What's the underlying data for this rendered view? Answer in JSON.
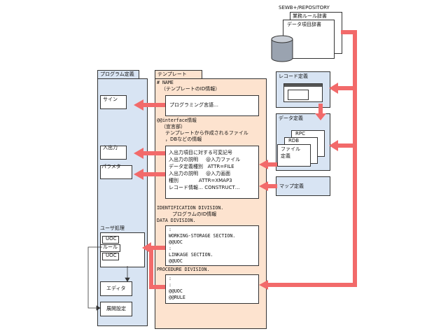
{
  "repository": {
    "title": "SEWB+/REPOSITORY",
    "rules_dict": "業務ルール辞書",
    "data_items_dict": "データ項目辞書"
  },
  "program_def": {
    "tab": "プログラム定義",
    "sign": "サイン",
    "io": "入出力",
    "param": "パラメタ",
    "user_proc": "ユーザ処理",
    "uoc1": "UOC",
    "rule": "ルール",
    "uoc2": "UOC",
    "editor": "エディタ",
    "settings": "展開設定"
  },
  "template": {
    "tab": "テンプレート",
    "name_line1": "# NAME",
    "name_line2": "（テンプレートのID情報）",
    "lang_box": "プログラミング言語…",
    "iface_line1": "@@interface情報",
    "iface_line2": "（宣言部）",
    "iface_line3": "テンプレートから作成されるファイル",
    "iface_line4": "，DBなどの情報",
    "io_box": [
      "入出力項目に対する可変記号",
      "入出力の説明     @入力ファイル",
      "データ定義種別   ATTR=FILE",
      "入出力の説明     @入力画面",
      "種別             ATTR=XMAP3",
      "レコード情報… CONSTRUCT…"
    ],
    "ident1": "IDENTIFICATION DIVISION.",
    "ident2": "プログラムのID情報",
    "data_div": "DATA DIVISION.",
    "data_box": [
      ":",
      "WORKING-STORAGE SECTION.",
      "@@UOC",
      ":",
      "LINKAGE SECTION.",
      "@@UOC"
    ],
    "proc_div": "PROCEDURE DIVISION.",
    "proc_box": [
      ":",
      ":",
      "@@UOC",
      "@@RULE"
    ]
  },
  "record_def": "レコード定義",
  "data_def": {
    "title": "データ定義",
    "rpc": "RPC",
    "rdb": "RDB",
    "file1": "ファイル",
    "file2": "定義"
  },
  "map_def": "マップ定義",
  "colors": {
    "arrow": "#f26a6a",
    "program_bg": "#d8e4f3",
    "template_bg": "#fde3cf",
    "cylinder": "#9aa3b0"
  }
}
